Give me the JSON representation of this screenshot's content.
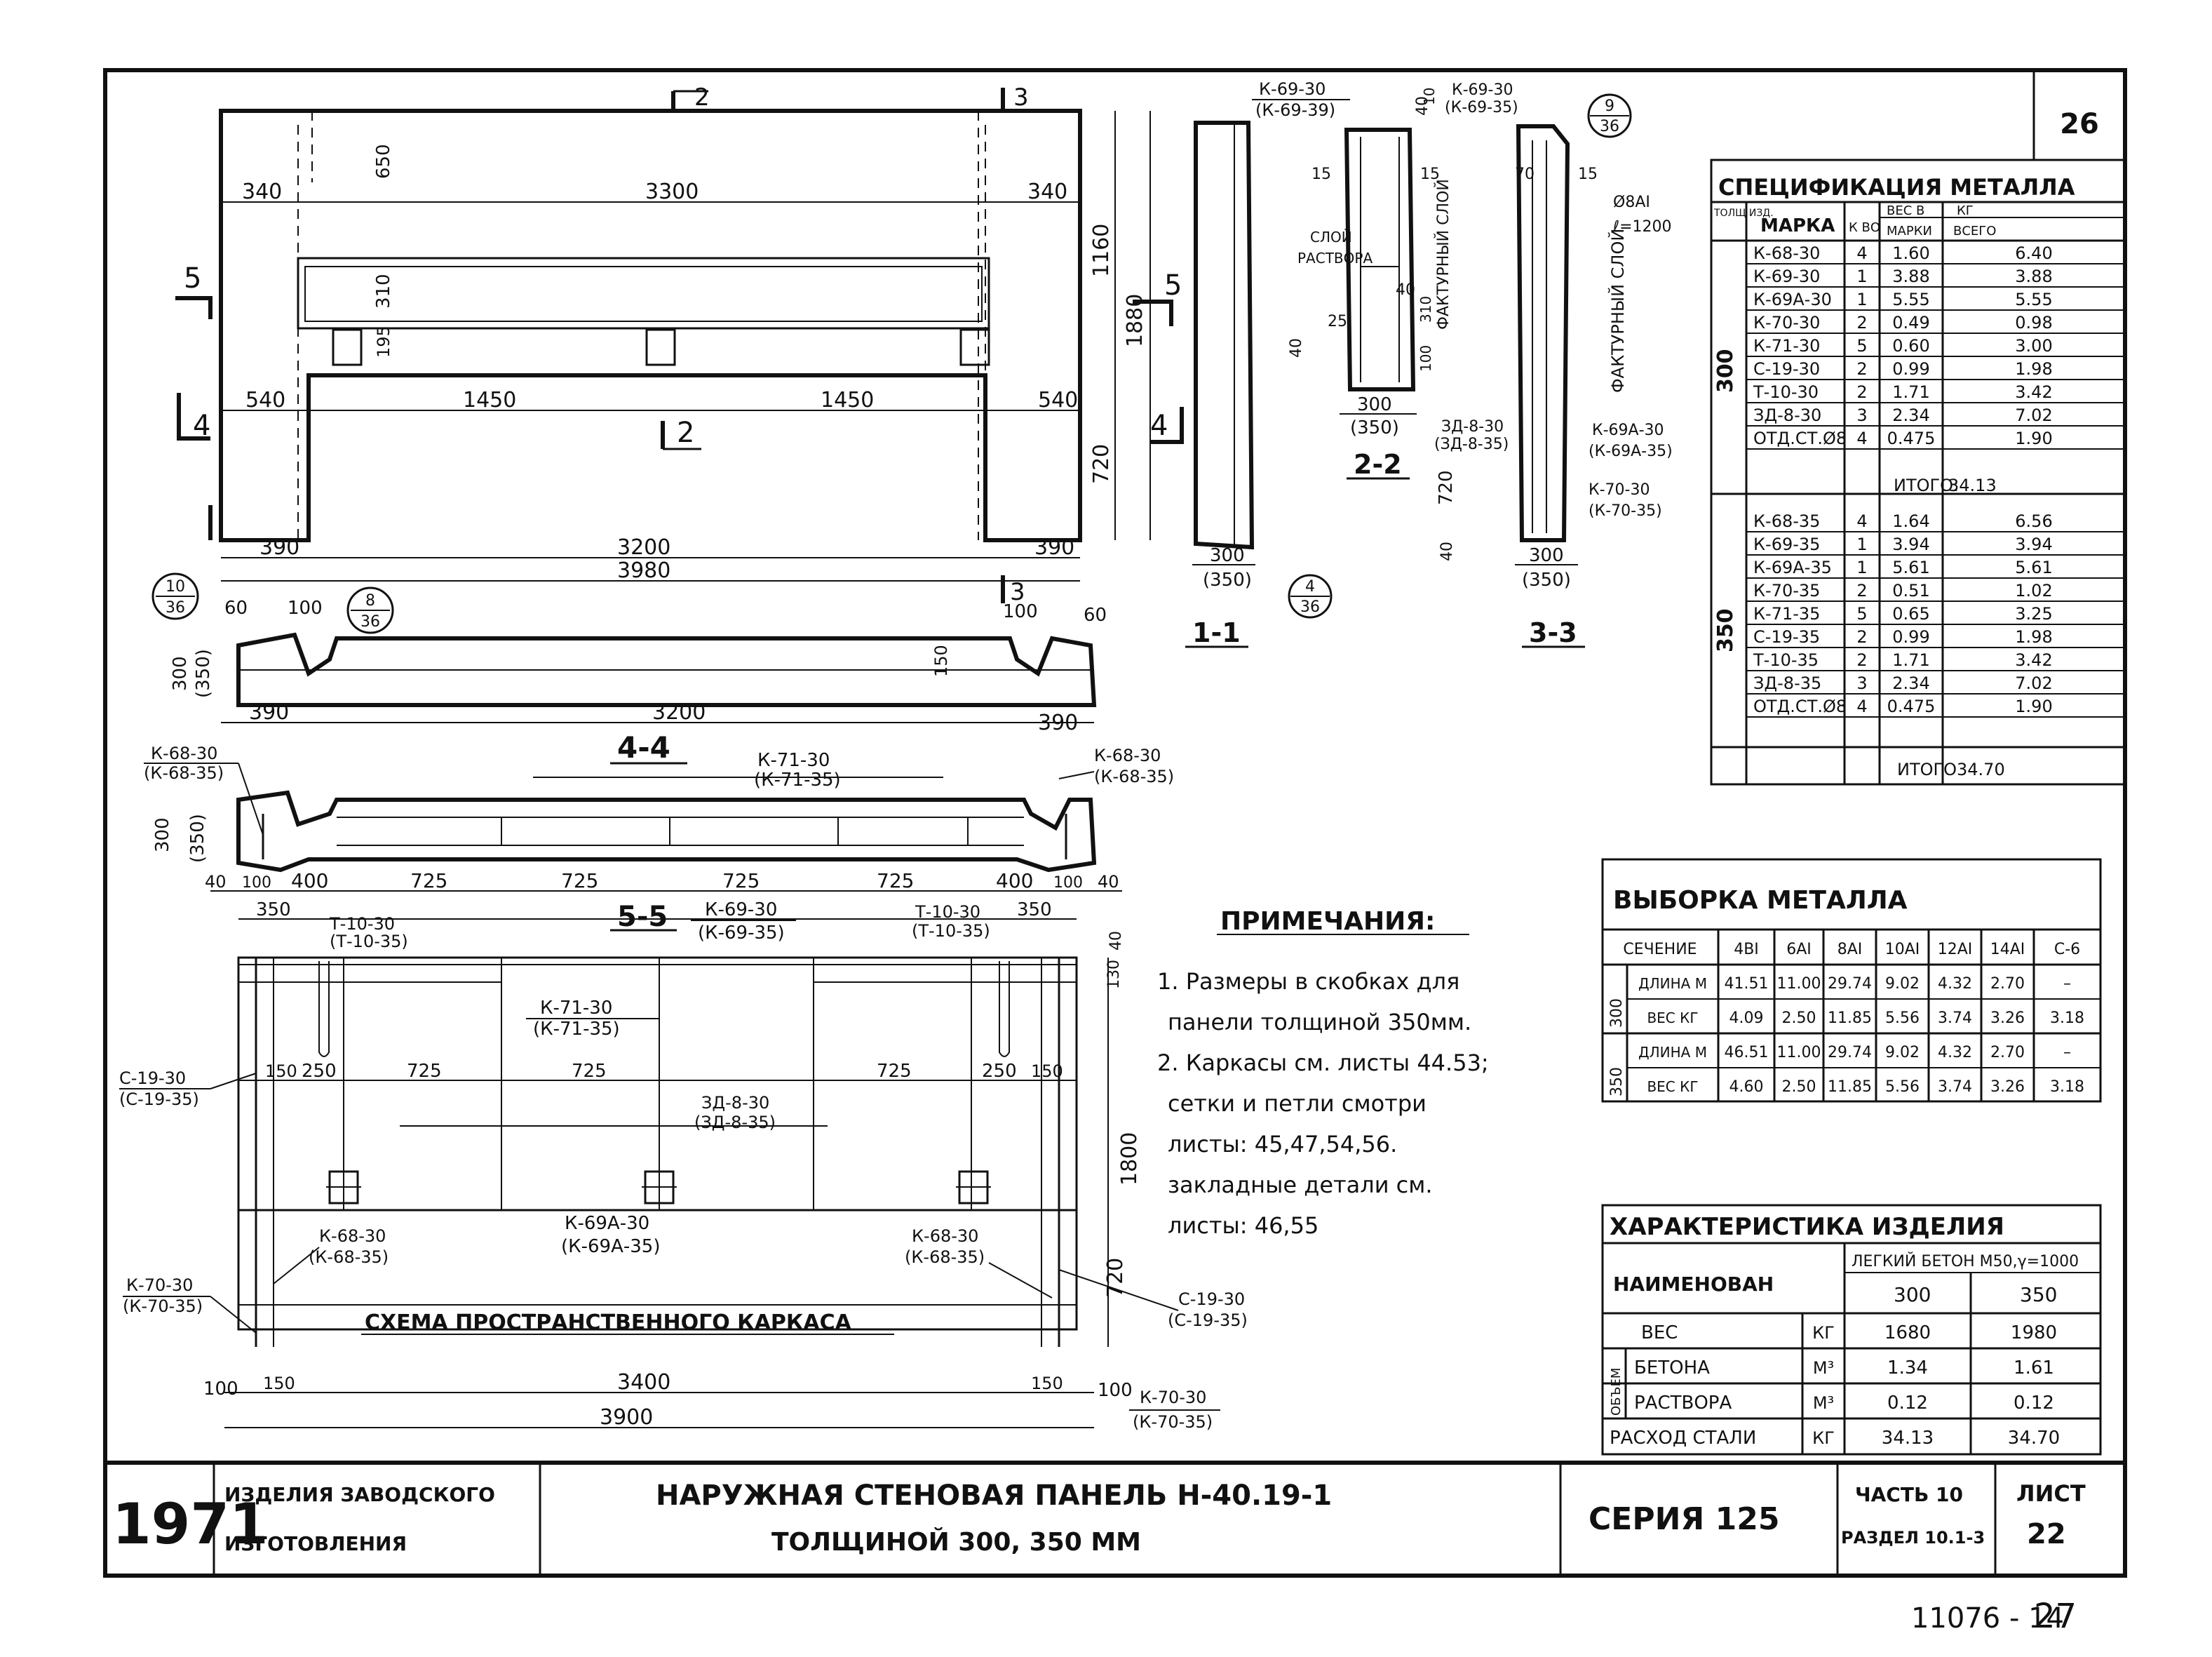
{
  "sheet_corner_no": "26",
  "bottom_code": "11076 - 14",
  "bottom_page": "27",
  "title_block": {
    "year": "1971",
    "left_line1": "ИЗДЕЛИЯ ЗАВОДСКОГО",
    "left_line2": "ИЗГОТОВЛЕНИЯ",
    "title_line1": "НАРУЖНАЯ СТЕНОВАЯ ПАНЕЛЬ Н-40.19-1",
    "title_line2": "ТОЛЩИНОЙ 300, 350 ММ",
    "series": "СЕРИЯ 125",
    "part_line1": "ЧАСТЬ 10",
    "part_line2": "РАЗДЕЛ 10.1-3",
    "sheet_label": "ЛИСТ",
    "sheet_no": "22"
  },
  "notes": {
    "heading": "ПРИМЕЧАНИЯ:",
    "lines": [
      "1. Размеры в скобках для",
      "панели толщиной 350мм.",
      "2. Каркасы см. листы 44.53;",
      "сетки и петли смотри",
      "листы: 45,47,54,56.",
      "закладные детали см.",
      "листы: 46,55"
    ]
  },
  "spec_table": {
    "title": "СПЕЦИФИКАЦИЯ МЕТАЛЛА",
    "h_thick": "ТОЛЩ ИЗД.",
    "h_mark": "МАРКА",
    "h_qty": "К ВО",
    "h_weight": "ВЕС В",
    "h_kg": "КГ",
    "h_per_mark": "МАРКИ",
    "h_total": "ВСЕГО",
    "group1_label": "300",
    "group1_rows": [
      [
        "К-68-30",
        "4",
        "1.60",
        "6.40"
      ],
      [
        "К-69-30",
        "1",
        "3.88",
        "3.88"
      ],
      [
        "К-69А-30",
        "1",
        "5.55",
        "5.55"
      ],
      [
        "К-70-30",
        "2",
        "0.49",
        "0.98"
      ],
      [
        "К-71-30",
        "5",
        "0.60",
        "3.00"
      ],
      [
        "С-19-30",
        "2",
        "0.99",
        "1.98"
      ],
      [
        "Т-10-30",
        "2",
        "1.71",
        "3.42"
      ],
      [
        "ЗД-8-30",
        "3",
        "2.34",
        "7.02"
      ],
      [
        "ОТД.СТ.Ø8",
        "4",
        "0.475",
        "1.90"
      ]
    ],
    "group1_total_label": "ИТОГО:",
    "group1_total": "34.13",
    "group2_label": "350",
    "group2_rows": [
      [
        "К-68-35",
        "4",
        "1.64",
        "6.56"
      ],
      [
        "К-69-35",
        "1",
        "3.94",
        "3.94"
      ],
      [
        "К-69А-35",
        "1",
        "5.61",
        "5.61"
      ],
      [
        "К-70-35",
        "2",
        "0.51",
        "1.02"
      ],
      [
        "К-71-35",
        "5",
        "0.65",
        "3.25"
      ],
      [
        "С-19-35",
        "2",
        "0.99",
        "1.98"
      ],
      [
        "Т-10-35",
        "2",
        "1.71",
        "3.42"
      ],
      [
        "ЗД-8-35",
        "3",
        "2.34",
        "7.02"
      ],
      [
        "ОТД.СТ.Ø8",
        "4",
        "0.475",
        "1.90"
      ]
    ],
    "group2_total_label": "ИТОГО",
    "group2_total": "34.70"
  },
  "selection_table": {
    "title": "ВЫБОРКА МЕТАЛЛА",
    "headers": [
      "СЕЧЕНИЕ",
      "4ВI",
      "6АI",
      "8АI",
      "10АI",
      "12АI",
      "14АI",
      "С-6"
    ],
    "rows": [
      [
        "300",
        "ДЛИНА М",
        "41.51",
        "11.00",
        "29.74",
        "9.02",
        "4.32",
        "2.70",
        "–"
      ],
      [
        "300",
        "ВЕС КГ",
        "4.09",
        "2.50",
        "11.85",
        "5.56",
        "3.74",
        "3.26",
        "3.18"
      ],
      [
        "350",
        "ДЛИНА М",
        "46.51",
        "11.00",
        "29.74",
        "9.02",
        "4.32",
        "2.70",
        "–"
      ],
      [
        "350",
        "ВЕС КГ",
        "4.60",
        "2.50",
        "11.85",
        "5.56",
        "3.74",
        "3.26",
        "3.18"
      ]
    ]
  },
  "char_table": {
    "title": "ХАРАКТЕРИСТИКА ИЗДЕЛИЯ",
    "h_name": "НАИМЕНОВАН",
    "h_concrete": "ЛЕГКИЙ БЕТОН М50,γ=1000",
    "h_300": "300",
    "h_350": "350",
    "volume_label": "ОБЪЕМ",
    "rows": [
      [
        "ВЕС",
        "КГ",
        "1680",
        "1980"
      ],
      [
        "БЕТОНА",
        "М³",
        "1.34",
        "1.61"
      ],
      [
        "РАСТВОРА",
        "М³",
        "0.12",
        "0.12"
      ],
      [
        "РАСХОД СТАЛИ",
        "КГ",
        "34.13",
        "34.70"
      ]
    ]
  },
  "elevation": {
    "dims": {
      "d340l": "340",
      "d3300": "3300",
      "d340r": "340",
      "d650": "650",
      "d310": "310",
      "d195": "195",
      "d540l": "540",
      "d1450a": "1450",
      "d1450b": "1450",
      "d540r": "540",
      "d390l": "390",
      "d3200": "3200",
      "d390r": "390",
      "d3980": "3980",
      "d1160": "1160",
      "d1880": "1880",
      "d720": "720"
    },
    "cuts": {
      "c2top": "2",
      "c3top": "3",
      "c5l": "5",
      "c4l": "4",
      "c5r": "5",
      "c4r": "4",
      "c2bot": "2",
      "c3bot": "3"
    }
  },
  "section_44": {
    "title": "4-4",
    "dims": {
      "d60l": "60",
      "d100l": "100",
      "d100r": "100",
      "d60r": "60",
      "d300": "300",
      "d350": "(350)",
      "d390l": "390",
      "d3200": "3200",
      "d390r": "390",
      "d150": "150"
    },
    "callouts": [
      {
        "num": "10",
        "den": "36"
      },
      {
        "num": "8",
        "den": "36"
      }
    ]
  },
  "section_55": {
    "title": "5-5",
    "labels": {
      "k68l1": "К-68-30",
      "k68l2": "(К-68-35)",
      "k71a": "К-71-30",
      "k71b": "(К-71-35)",
      "k68r1": "К-68-30",
      "k68r2": "(К-68-35)"
    },
    "dims": {
      "d40l": "40",
      "d100l": "100",
      "d400l": "400",
      "d725a": "725",
      "d725b": "725",
      "d725c": "725",
      "d725d": "725",
      "d400r": "400",
      "d100r": "100",
      "d40r": "40",
      "d300": "300",
      "d350": "(350)"
    }
  },
  "frame": {
    "title": "СХЕМА ПРОСТРАНСТВЕННОГО КАРКАСА",
    "labels": {
      "t10l1": "Т-10-30",
      "t10l2": "(Т-10-35)",
      "k69a": "К-69-30",
      "k69b": "(К-69-35)",
      "t10r1": "Т-10-30",
      "t10r2": "(Т-10-35)",
      "k71a": "К-71-30",
      "k71b": "(К-71-35)",
      "c19l1": "С-19-30",
      "c19l2": "(С-19-35)",
      "zd8a": "ЗД-8-30",
      "zd8b": "(ЗД-8-35)",
      "k69aa": "К-69А-30",
      "k69ab": "(К-69А-35)",
      "k68la": "К-68-30",
      "k68lb": "(К-68-35)",
      "k68ra": "К-68-30",
      "k68rb": "(К-68-35)",
      "k70la": "К-70-30",
      "k70lb": "(К-70-35)",
      "c19ra": "С-19-30",
      "c19rb": "(С-19-35)",
      "k70ra": "К-70-30",
      "k70rb": "(К-70-35)"
    },
    "dims": {
      "d350l": "350",
      "d350r": "350",
      "d150l": "150",
      "d250l": "250",
      "d725a": "725",
      "d725b": "725",
      "d725c": "725",
      "d250r": "250",
      "d150r": "150",
      "d1800": "1800",
      "d720": "720",
      "d130": "130",
      "d40": "40",
      "d100l": "100",
      "d150bl": "150",
      "d3400": "3400",
      "d150br": "150",
      "d100r": "100",
      "d3900": "3900"
    }
  },
  "section_11": {
    "title": "1-1",
    "labels": {
      "k69a": "К-69-30",
      "k69b": "(К-69-39)"
    },
    "dims": {
      "d300": "300",
      "d350": "(350)"
    },
    "callout": {
      "num": "4",
      "den": "36"
    }
  },
  "section_22": {
    "title": "2-2",
    "labels": {
      "sloy1": "СЛОЙ",
      "sloy2": "РАСТВОРА",
      "faktur": "ФАКТУРНЫЙ СЛОЙ",
      "zd1": "ЗД-8-30",
      "zd2": "(ЗД-8-35)"
    },
    "dims": {
      "d15l": "15",
      "d15r": "15",
      "d40": "40",
      "d310": "310",
      "d25": "25",
      "d40b": "40",
      "d100": "100",
      "d300": "300",
      "d350": "(350)",
      "d720": "720",
      "d40c": "40"
    }
  },
  "section_33": {
    "title": "3-3",
    "labels": {
      "k69t1": "К-69-30",
      "k69t2": "(К-69-35)",
      "fi8": "Ø8АI",
      "len": "ℓ=1200",
      "faktur": "ФАКТУРНЫЙ СЛОЙ",
      "k69a1": "К-69А-30",
      "k69a2": "(К-69А-35)",
      "k70a": "К-70-30",
      "k70b": "(К-70-35)"
    },
    "dims": {
      "d10": "10",
      "d40": "40",
      "d70": "70",
      "d15": "15",
      "d300": "300",
      "d350": "(350)"
    },
    "callout": {
      "num": "9",
      "den": "36"
    }
  }
}
